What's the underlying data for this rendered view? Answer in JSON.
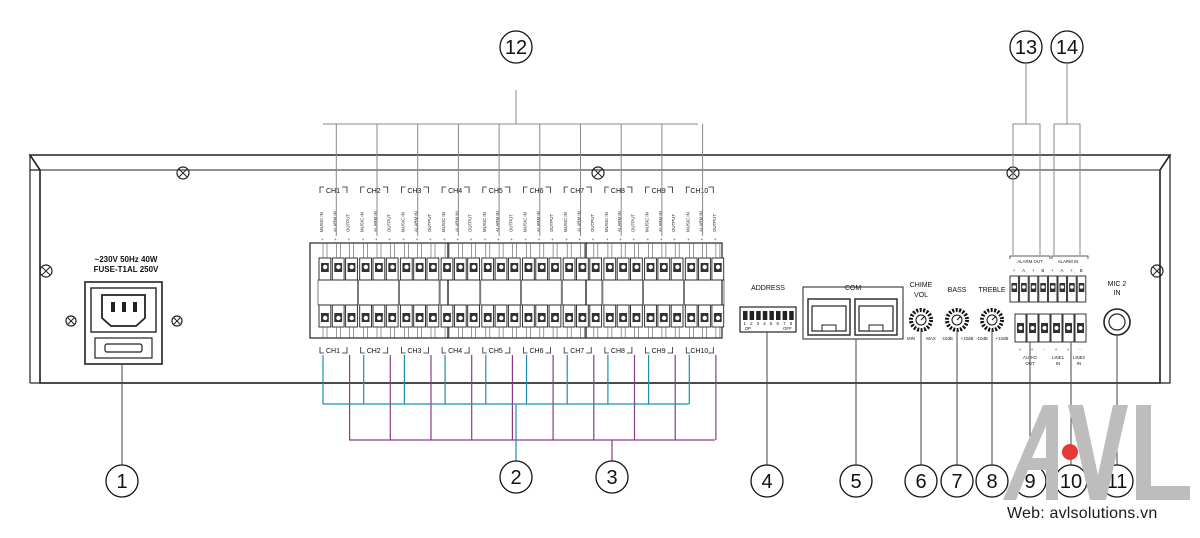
{
  "power": {
    "line1": "~230V  50Hz  40W",
    "line2": "FUSE-T1AL 250V"
  },
  "channels": [
    "CH1",
    "CH2",
    "CH3",
    "CH4",
    "CH5",
    "CH6",
    "CH7",
    "CH8",
    "CH9",
    "CH10"
  ],
  "terminal_labels": [
    "MUSIC IN",
    "ALARM IN",
    "OUTPUT"
  ],
  "address": {
    "label": "ADDRESS",
    "switch_numbers": [
      "1",
      "2",
      "3",
      "4",
      "5",
      "6",
      "7",
      "8"
    ],
    "on_label": "DP",
    "off_label": "OFF"
  },
  "com_label": "COM",
  "knobs": [
    {
      "label1": "CHIME",
      "label2": "VOL",
      "min": "MIN",
      "max": "MAX"
    },
    {
      "label1": "BASS",
      "label2": "",
      "min": "-10dB",
      "max": "+10dB"
    },
    {
      "label1": "TREBLE",
      "label2": "",
      "min": "-10dB",
      "max": "+10dB"
    }
  ],
  "alarm_block": {
    "alarm_out": "ALARM  OUT",
    "alarm_in": "ALARM IN",
    "top_pins": [
      "+",
      "A",
      "+",
      "B",
      "+",
      "A",
      "+",
      "B"
    ],
    "bottom_pins": [
      "+",
      "+",
      "-",
      "+",
      "+",
      "-"
    ],
    "audio_out": "AUDIO",
    "audio_out2": "OUT",
    "line1": "LINE1",
    "line1b": "IN",
    "line2": "LINE2",
    "line2b": "IN"
  },
  "mic": {
    "label1": "MIC 2",
    "label2": "IN"
  },
  "callouts": [
    "1",
    "2",
    "3",
    "4",
    "5",
    "6",
    "7",
    "8",
    "9",
    "10",
    "11",
    "12",
    "13",
    "14"
  ],
  "watermark": {
    "logo": "AVL",
    "website": "Web: avlsolutions.vn"
  },
  "colors": {
    "blue_wire": "#1a8fb0",
    "purple_wire": "#8a3a8a",
    "logo_gray": "#b9b9b9",
    "logo_dot": "#e53935"
  }
}
